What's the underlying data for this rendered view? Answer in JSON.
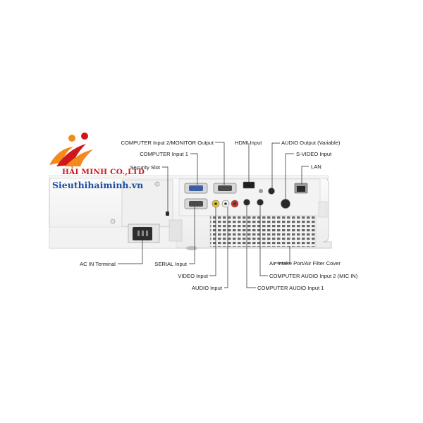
{
  "logo": {
    "brand_name": "HẢI MINH CO.,LTD",
    "website": "Sieuthihaiminh.vn",
    "colors": {
      "brand_red": "#d0161b",
      "brand_orange": "#f28a1c",
      "brand_blue": "#1d4fa3"
    }
  },
  "labels": {
    "computer_input2_monitor_output": "COMPUTER Input 2/MONITOR Output",
    "hdmi_input": "HDMI Input",
    "audio_output_variable": "AUDIO Output (Variable)",
    "computer_input1": "COMPUTER Input 1",
    "s_video_input": "S-VIDEO Input",
    "security_slot": "Security Slot",
    "lan": "LAN",
    "ac_in_terminal": "AC IN Terminal",
    "serial_input": "SERIAL Input",
    "air_intake": "Air Intake Port/Air Filter Cover",
    "video_input": "VIDEO Input",
    "computer_audio_input2": "COMPUTER AUDIO Input 2 (MIC IN)",
    "audio_input": "AUDIO Input",
    "computer_audio_input1": "COMPUTER AUDIO Input 1"
  }
}
